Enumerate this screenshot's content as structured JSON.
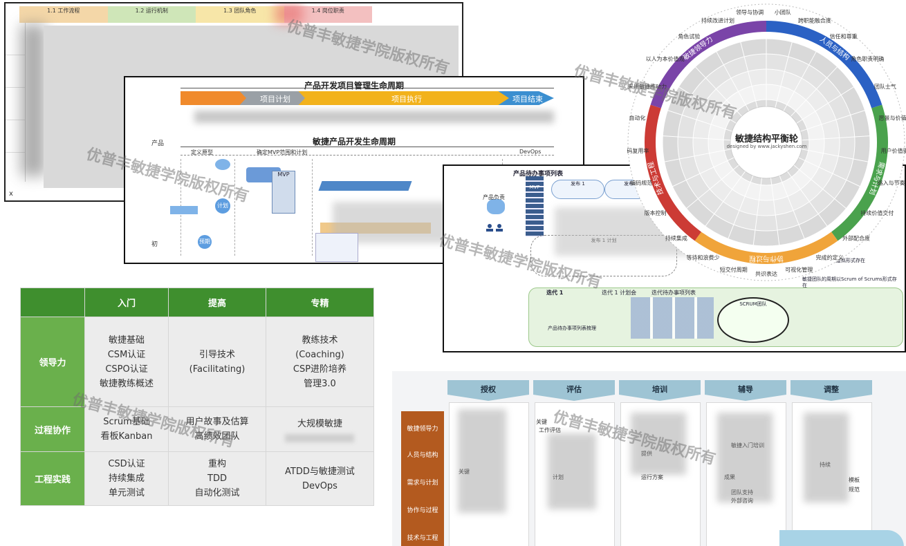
{
  "watermark": "优普丰敏捷学院版权所有",
  "panel_a": {
    "col_labels": [
      "1.1 工作流程",
      "1.2 运行机制",
      "1.3 团队角色",
      "1.4 岗位职责"
    ],
    "footer_x": "x"
  },
  "panel_b": {
    "title": "产品开发项目管理生命周期",
    "phase_plan": "项目计划",
    "phase_exec": "项目执行",
    "phase_end": "项目结束",
    "agile_title": "敏捷产品开发生命周期",
    "stage_define": "定义原型",
    "stage_mvp": "确定MVP范围和计划",
    "stage_devops": "DevOps",
    "node_mvp": "MVP",
    "node_plan": "计划",
    "node_fb": "预期",
    "left_label_1": "产品",
    "left_label_2": "初"
  },
  "panel_c": {
    "title": "产品待办事项列表",
    "owner": "产品负责",
    "mvp": "MVP",
    "release1": "发布 1",
    "release2": "发布 2",
    "release_plan": "发布 1 计划",
    "iteration": "迭代 1",
    "iteration_meeting": "迭代 1 计划会",
    "iter_backlog": "迭代待办事项列表",
    "scrum_team": "SCRUM团队",
    "refine": "产品待办事项列表梳理",
    "note1": "敏捷核心团队以虚拟形式存在",
    "note2": "敏捷团队的周期以Scrum of Scrums形式存在"
  },
  "wheel": {
    "center_title": "敏捷结构平衡轮",
    "center_sub": "designed by www.jackyshen.com",
    "sectors": [
      {
        "name": "人员与结构",
        "color": "#2b61c4"
      },
      {
        "name": "需求与计划",
        "color": "#4aa24d"
      },
      {
        "name": "协作与过程",
        "color": "#f0a43a"
      },
      {
        "name": "技术与工程",
        "color": "#cc3b35"
      },
      {
        "name": "敏捷领导力",
        "color": "#7a44a8"
      }
    ],
    "outer_labels": [
      "小团队",
      "跨职能融合度",
      "信任和尊重",
      "角色职责明确",
      "团队士气",
      "愿景与价值观",
      "用户价值驱动",
      "路入与节奏",
      "持续价值交付",
      "外部配合度",
      "完成的定义",
      "可视化管理",
      "共识表达",
      "短交付周期",
      "等待和浪费少",
      "持续集成",
      "版本控制",
      "编码规范",
      "代码复用率",
      "自动化",
      "采用敏捷推动力",
      "以人为本价值观",
      "角色试验",
      "持续改进计划",
      "领导与协调"
    ]
  },
  "table": {
    "headers": [
      "",
      "入门",
      "提高",
      "专精"
    ],
    "rows": [
      {
        "label": "领导力",
        "c1": [
          "敏捷基础",
          "CSM认证",
          "CSPO认证",
          "敏捷教练概述"
        ],
        "c2": [
          "引导技术",
          "(Facilitating)"
        ],
        "c3": [
          "教练技术",
          "(Coaching)",
          "CSP进阶培养",
          "管理3.0"
        ]
      },
      {
        "label": "过程协作",
        "c1": [
          "Scrum基础",
          "看板Kanban"
        ],
        "c2": [
          "用户故事及估算",
          "高绩效团队"
        ],
        "c3": [
          "大规模敏捷"
        ]
      },
      {
        "label": "工程实践",
        "c1": [
          "CSD认证",
          "持续集成",
          "单元测试"
        ],
        "c2": [
          "重构",
          "TDD",
          "自动化测试"
        ],
        "c3": [
          "ATDD与敏捷测试",
          "DevOps"
        ]
      }
    ]
  },
  "panel_e": {
    "columns": [
      "授权",
      "评估",
      "培训",
      "辅导",
      "调整"
    ],
    "rows": [
      "敏捷领导力",
      "人员与结构",
      "需求与计划",
      "协作与过程",
      "技术与工程"
    ],
    "fragments": [
      "关键",
      "工作评估",
      "提供",
      "成果",
      "关键",
      "计划",
      "运行方案",
      "敏捷入门培训",
      "团队支持",
      "外部咨询",
      "持续",
      "模板",
      "规范"
    ]
  }
}
